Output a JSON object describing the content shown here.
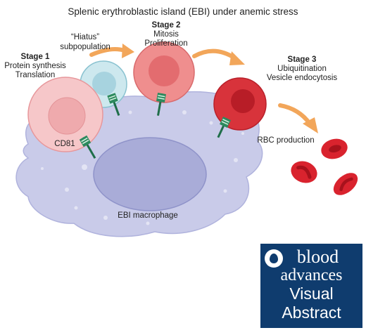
{
  "title": "Splenic erythroblastic island (EBI) under anemic stress",
  "stage1": {
    "heading": "Stage 1",
    "line1": "Protein synthesis",
    "line2": "Translation"
  },
  "hiatus": {
    "line1": "“Hiatus”",
    "line2": "subpopulation"
  },
  "stage2": {
    "heading": "Stage 2",
    "line1": "Mitosis",
    "line2": "Proliferation"
  },
  "stage3": {
    "heading": "Stage 3",
    "line1": "Ubiquitination",
    "line2": "Vesicle endocytosis"
  },
  "cd81_label": "CD81",
  "rbc_label": "RBC production",
  "macrophage_label": "EBI macrophage",
  "badge": {
    "line1": "blood",
    "line2": "advances",
    "line3": "Visual",
    "line4": "Abstract"
  },
  "colors": {
    "macrophage": "#c9cbe9",
    "nucleus": "#a9acd8",
    "stage1_cell": "#f6c7c9",
    "hiatus_cell": "#cde8ee",
    "stage2_cell": "#ef8e8e",
    "stage3_cell": "#d8333b",
    "rbc": "#d9232e",
    "arrow": "#f2a65a",
    "receptor": "#2d8a5e",
    "badge_bg": "#0f3c6e"
  }
}
